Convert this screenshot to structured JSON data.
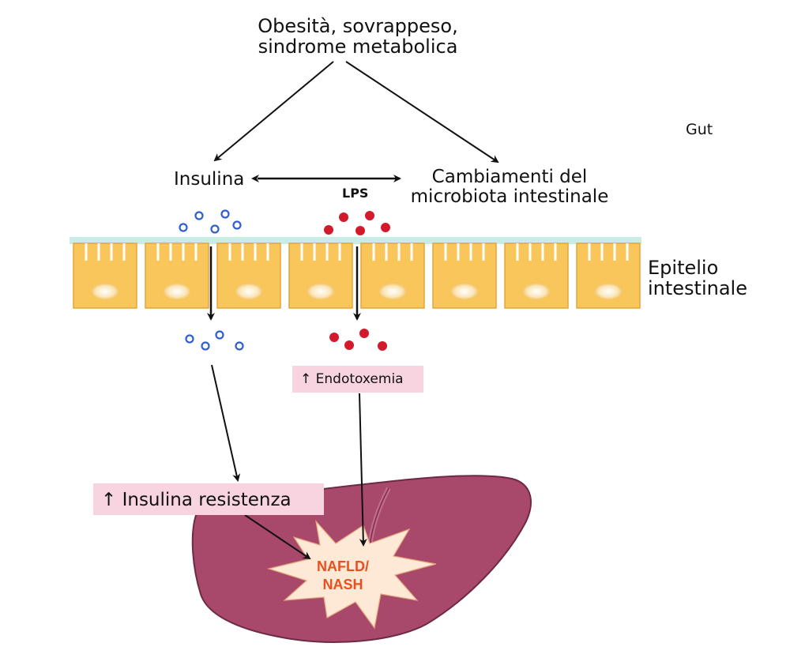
{
  "title": [
    "Obesità, sovrappeso,",
    "sindrome metabolica"
  ],
  "gut_label": "Gut",
  "insulina_label": "Insulina",
  "microbiota_label": [
    "Cambiamenti del",
    "microbiota intestinale"
  ],
  "lps_label": "LPS",
  "epitelio_label": [
    "Epitelio",
    "intestinale"
  ],
  "endotoxemia_label": "↑ Endotoxemia",
  "insulin_resistance_label": "↑ Insulina resistenza",
  "nafld_label": [
    "NAFLD/",
    "NASH"
  ],
  "colors": {
    "insulin_dots": "#2f5fd0",
    "lps_dots": "#d21a2c",
    "epithelium": "#f8c65a",
    "epithelium_border": "#e3a63a",
    "mucus_layer": "#c9ede6",
    "nucleus": "#fbe6b8",
    "liver": "#a8496c",
    "liver_edge": "#6e2a44",
    "label_box": "#f7d4df",
    "nafld_text": "#e8501e",
    "starburst": "#fde9d6"
  }
}
